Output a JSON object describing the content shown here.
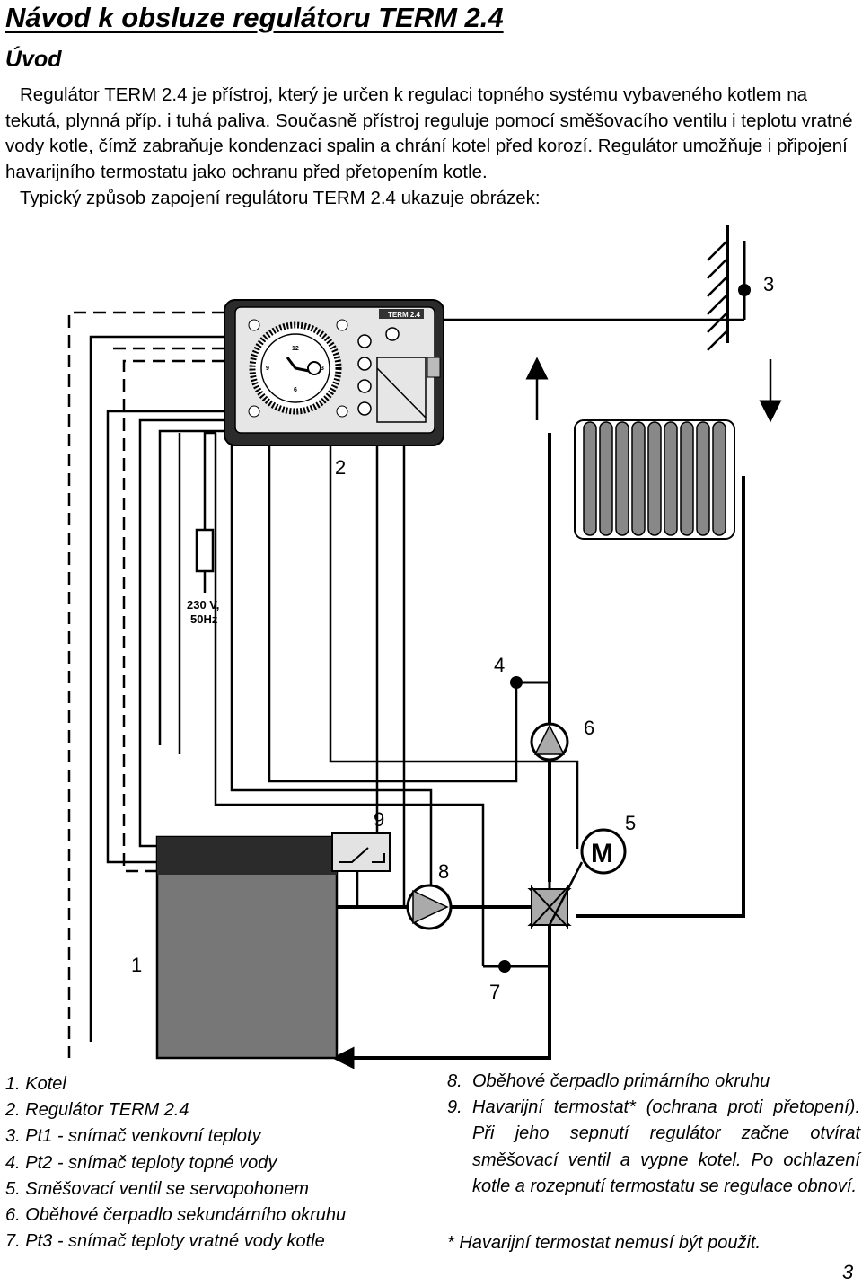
{
  "title": "Návod k obsluze regulátoru TERM 2.4",
  "section": "Úvod",
  "intro": {
    "paragraph": "Regulátor TERM 2.4 je přístroj, který je určen k regulaci topného systému vybaveného kotlem na tekutá, plynná příp. i tuhá paliva. Současně přístroj reguluje pomocí směšovacího ventilu i teplotu vratné vody kotle, čímž zabraňuje kondenzaci spalin a chrání kotel před korozí. Regulátor umožňuje i připojení havarijního termostatu jako ochranu před přetopením kotle.",
    "caption": "Typický způsob zapojení regulátoru TERM 2.4 ukazuje obrázek:"
  },
  "diagram": {
    "device_label": "TERM 2.4",
    "dial_numbers": [
      "12",
      "9",
      "3",
      "6"
    ],
    "supply_label_1": "230 V,",
    "supply_label_2": "50Hz",
    "motor_label": "M",
    "callouts": [
      "1",
      "2",
      "3",
      "4",
      "5",
      "6",
      "7",
      "8",
      "9"
    ]
  },
  "legend_left": [
    {
      "num": "1.",
      "text": "Kotel"
    },
    {
      "num": "2.",
      "text": "Regulátor TERM 2.4"
    },
    {
      "num": "3.",
      "text": "Pt1 - snímač venkovní teploty"
    },
    {
      "num": "4.",
      "text": "Pt2 - snímač teploty topné vody"
    },
    {
      "num": "5.",
      "text": "Směšovací ventil se servopohonem"
    },
    {
      "num": "6.",
      "text": "Oběhové čerpadlo sekundárního okruhu"
    },
    {
      "num": "7.",
      "text": "Pt3 - snímač teploty vratné vody kotle"
    }
  ],
  "legend_right": [
    {
      "num": "8.",
      "text": "Oběhové čerpadlo primárního okruhu"
    },
    {
      "num": "9.",
      "text": "Havarijní termostat* (ochrana proti přetopení). Při jeho sepnutí regulátor začne otvírat směšovací ventil a vypne kotel. Po ochlazení kotle a rozepnutí termostatu se regulace obnoví."
    }
  ],
  "footnote": "* Havarijní termostat nemusí být použit.",
  "page_number": "3"
}
